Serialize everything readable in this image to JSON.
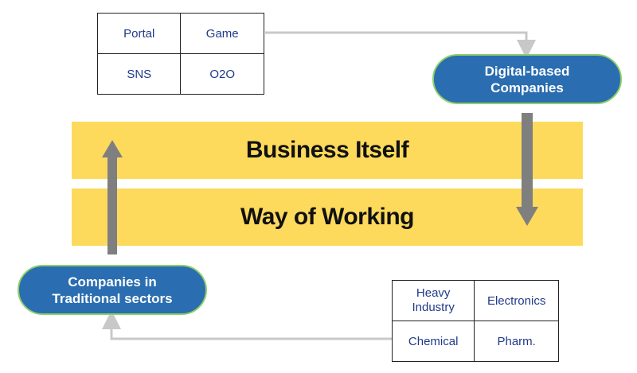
{
  "top_grid": {
    "cells": [
      [
        "Portal",
        "Game"
      ],
      [
        "SNS",
        "O2O"
      ]
    ]
  },
  "bottom_grid": {
    "cells": [
      [
        "Heavy\nIndustry",
        "Electronics"
      ],
      [
        "Chemical",
        "Pharm."
      ]
    ]
  },
  "digital_pill": {
    "label": "Digital-based\nCompanies"
  },
  "traditional_pill": {
    "label": "Companies in\nTraditional sectors"
  },
  "bands": {
    "top": "Business Itself",
    "bottom": "Way of Working"
  },
  "colors": {
    "band": "#fdda5c",
    "pill_fill": "#2a6db0",
    "pill_border": "#8fcf6a",
    "arrow": "#7f7f7f",
    "connector": "#c8c8c8",
    "grid_text": "#1f3a8a"
  }
}
